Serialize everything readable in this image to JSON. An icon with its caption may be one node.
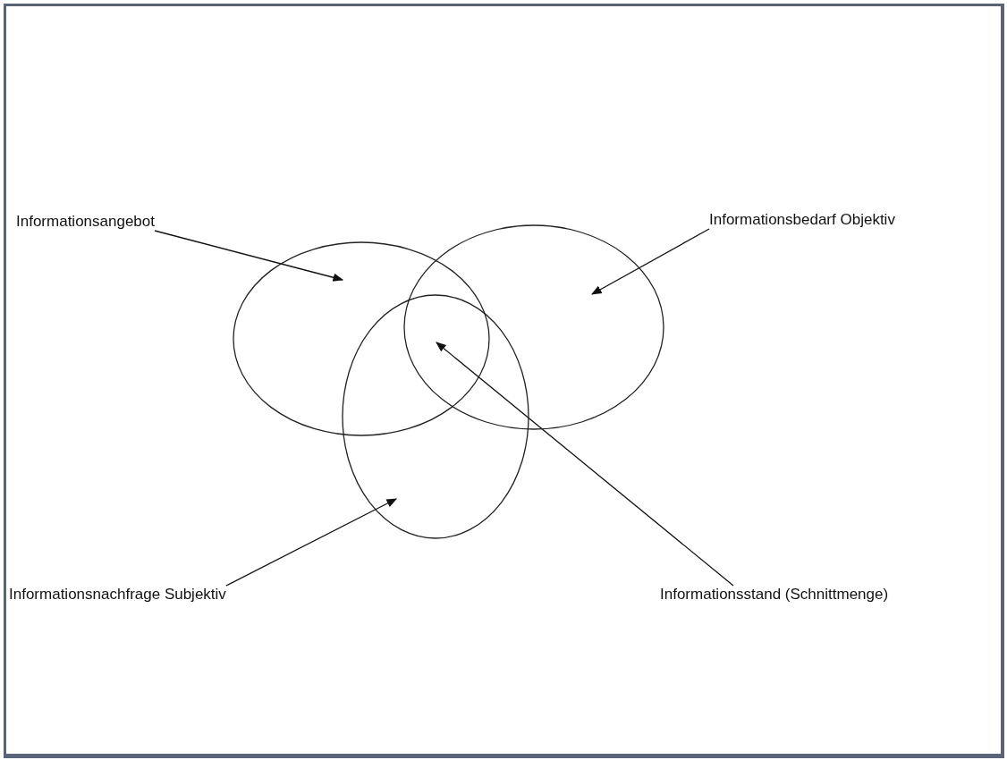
{
  "diagram": {
    "nodes": [
      {
        "text": [
          "Informationsangebot"
        ]
      },
      {
        "text": [
          "Informationsbedarf Objektiv"
        ]
      },
      {
        "text": [],
        "shape": "ellipse"
      },
      {
        "text": [],
        "shape": "ellipse"
      },
      {
        "text": [],
        "shape": "ellipse"
      },
      {
        "text": [
          "Informationsnachfrage Subjektiv"
        ]
      },
      {
        "text": [
          "Informationsstand (Schnittmenge)"
        ]
      }
    ],
    "edges": [
      {
        "from": 0,
        "to": 2,
        "arrow": "to"
      },
      {
        "from": 1,
        "to": 3,
        "arrow": "to"
      },
      {
        "from": 5,
        "to": 4,
        "arrow": "to"
      },
      {
        "from": 6,
        "to": 4,
        "arrow": "to"
      }
    ]
  }
}
